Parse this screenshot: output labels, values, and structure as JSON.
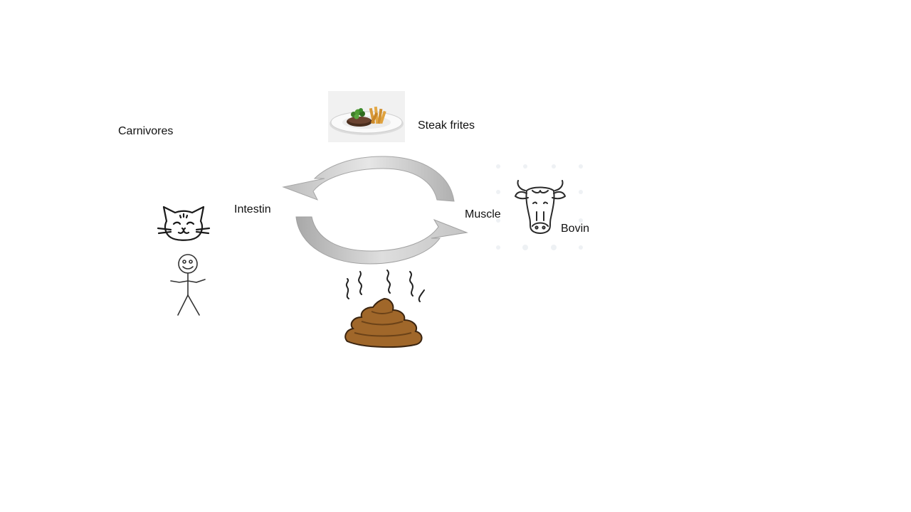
{
  "labels": {
    "carnivores": "Carnivores",
    "steak": "Steak frites",
    "intestin": "Intestin",
    "muscle": "Muscle",
    "bovin": "Bovin"
  },
  "icons": {
    "steak": "steak-frites-plate",
    "cycle": "circular-arrows",
    "cat": "cat-face",
    "person": "stick-figure",
    "poop": "poop",
    "cow": "cow-head"
  },
  "colors": {
    "arrow": "#c6c6c6",
    "arrow_shade": "#9e9e9e",
    "poop": "#a0672a",
    "poop_outline": "#3a2410",
    "line": "#222222",
    "plate": "#f4f4f4"
  }
}
